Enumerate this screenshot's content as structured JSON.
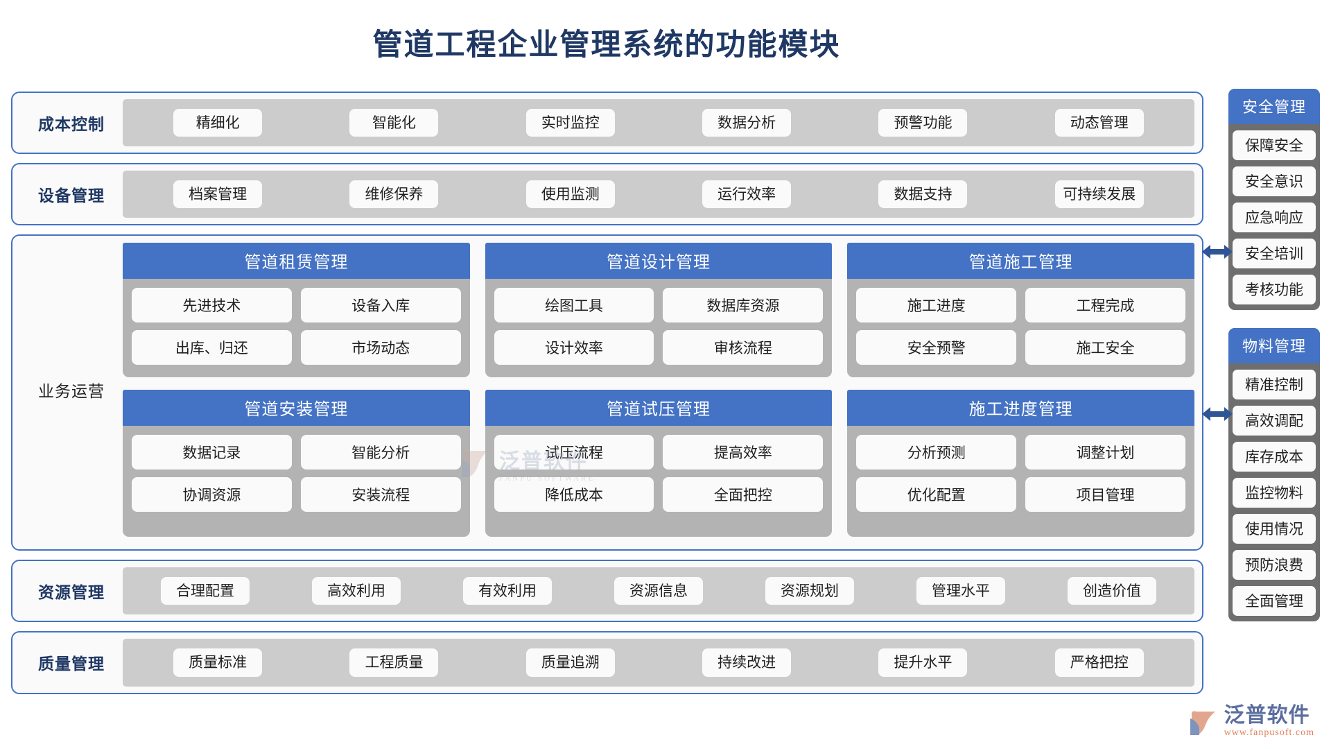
{
  "title": "管道工程企业管理系统的功能模块",
  "rows_top": [
    {
      "label": "成本控制",
      "items": [
        "精细化",
        "智能化",
        "实时监控",
        "数据分析",
        "预警功能",
        "动态管理"
      ]
    },
    {
      "label": "设备管理",
      "items": [
        "档案管理",
        "维修保养",
        "使用监测",
        "运行效率",
        "数据支持",
        "可持续发展"
      ]
    }
  ],
  "business": {
    "label": "业务运营",
    "cards": [
      {
        "title": "管道租赁管理",
        "items": [
          "先进技术",
          "设备入库",
          "出库、归还",
          "市场动态"
        ]
      },
      {
        "title": "管道设计管理",
        "items": [
          "绘图工具",
          "数据库资源",
          "设计效率",
          "审核流程"
        ]
      },
      {
        "title": "管道施工管理",
        "items": [
          "施工进度",
          "工程完成",
          "安全预警",
          "施工安全"
        ]
      },
      {
        "title": "管道安装管理",
        "items": [
          "数据记录",
          "智能分析",
          "协调资源",
          "安装流程"
        ]
      },
      {
        "title": "管道试压管理",
        "items": [
          "试压流程",
          "提高效率",
          "降低成本",
          "全面把控"
        ]
      },
      {
        "title": "施工进度管理",
        "items": [
          "分析预测",
          "调整计划",
          "优化配置",
          "项目管理"
        ]
      }
    ]
  },
  "rows_bottom": [
    {
      "label": "资源管理",
      "items": [
        "合理配置",
        "高效利用",
        "有效利用",
        "资源信息",
        "资源规划",
        "管理水平",
        "创造价值"
      ]
    },
    {
      "label": "质量管理",
      "items": [
        "质量标准",
        "工程质量",
        "质量追溯",
        "持续改进",
        "提升水平",
        "严格把控"
      ]
    }
  ],
  "sidebar": [
    {
      "title": "安全管理",
      "items": [
        "保障安全",
        "安全意识",
        "应急响应",
        "安全培训",
        "考核功能"
      ]
    },
    {
      "title": "物料管理",
      "items": [
        "精准控制",
        "高效调配",
        "库存成本",
        "监控物料",
        "使用情况",
        "预防浪费",
        "全面管理"
      ]
    }
  ],
  "watermark": {
    "cn": "泛普软件",
    "en": "FANPU SOFTWARE"
  },
  "logo": {
    "cn": "泛普软件",
    "en": "www.fanpusoft.com"
  },
  "colors": {
    "accent_blue": "#4472C4",
    "title_navy": "#1F3864",
    "band_gray": "#CCCCCC",
    "card_gray": "#B3B3B3",
    "sidebar_gray": "#6E6E6E",
    "chip_white": "#FAFAFA",
    "arrow_blue": "#2F5597"
  }
}
